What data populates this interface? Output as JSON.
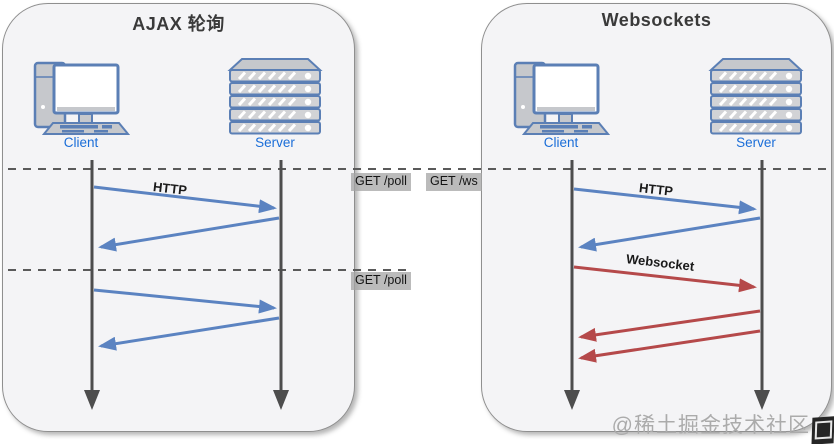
{
  "panels": {
    "ajax": {
      "title": "AJAX 轮询",
      "client_label": "Client",
      "server_label": "Server",
      "http_label": "HTTP",
      "badge_poll_1": "GET /poll",
      "badge_poll_2": "GET /poll"
    },
    "websockets": {
      "title": "Websockets",
      "client_label": "Client",
      "server_label": "Server",
      "http_label": "HTTP",
      "websocket_label": "Websocket",
      "badge_ws": "GET /ws"
    }
  },
  "watermark": {
    "text": "@稀土掘金技术社区"
  },
  "icons": {
    "client": "desktop-computer-icon",
    "server": "server-rack-icon"
  },
  "colors": {
    "panel_fill": "#f4f4f6",
    "panel_border": "#8f8f8f",
    "http_arrow_blue": "#5b83c1",
    "websocket_arrow_red": "#b5494a",
    "lifeline_gray": "#4d4d4d",
    "actor_label_blue": "#1b6ed8",
    "badge_background": "#a4a4a4",
    "title_text": "#3a3a3a",
    "watermark_gray": "#ababab"
  }
}
